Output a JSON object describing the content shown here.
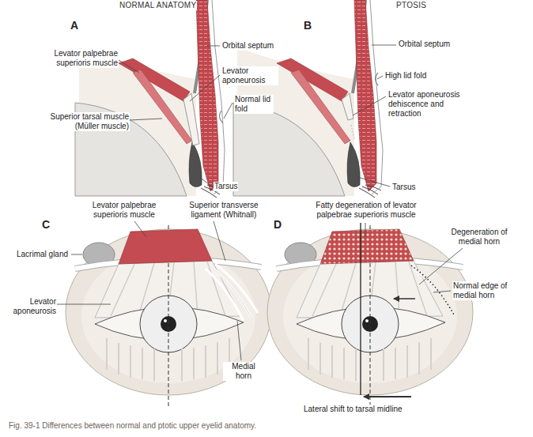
{
  "diagram": {
    "caption": "Fig. 39-1 Differences between normal and ptotic upper eyelid anatomy.",
    "labels": [
      "NORMAL ANATOMY",
      "PTOSIS",
      "A",
      "Levator palpebrae superioris muscle",
      "Orbital septum",
      "Levator aponeurosis",
      "Normal lid fold",
      "Superior tarsal muscle (Müller muscle)",
      "Tarsus",
      "B",
      "Orbital septum",
      "High lid fold",
      "Levator aponeurosis dehiscence and retraction",
      "Tarsus",
      "C",
      "Levator palpebrae superioris muscle",
      "Superior transverse ligament (Whitnall)",
      "Lacrimal gland",
      "Levator aponeurosis",
      "Medial horn",
      "D",
      "Fatty degeneration of levator palpebrae superioris muscle",
      "Degeneration of medial horn",
      "Normal edge of medial horn",
      "Lateral shift to tarsal midline"
    ]
  }
}
